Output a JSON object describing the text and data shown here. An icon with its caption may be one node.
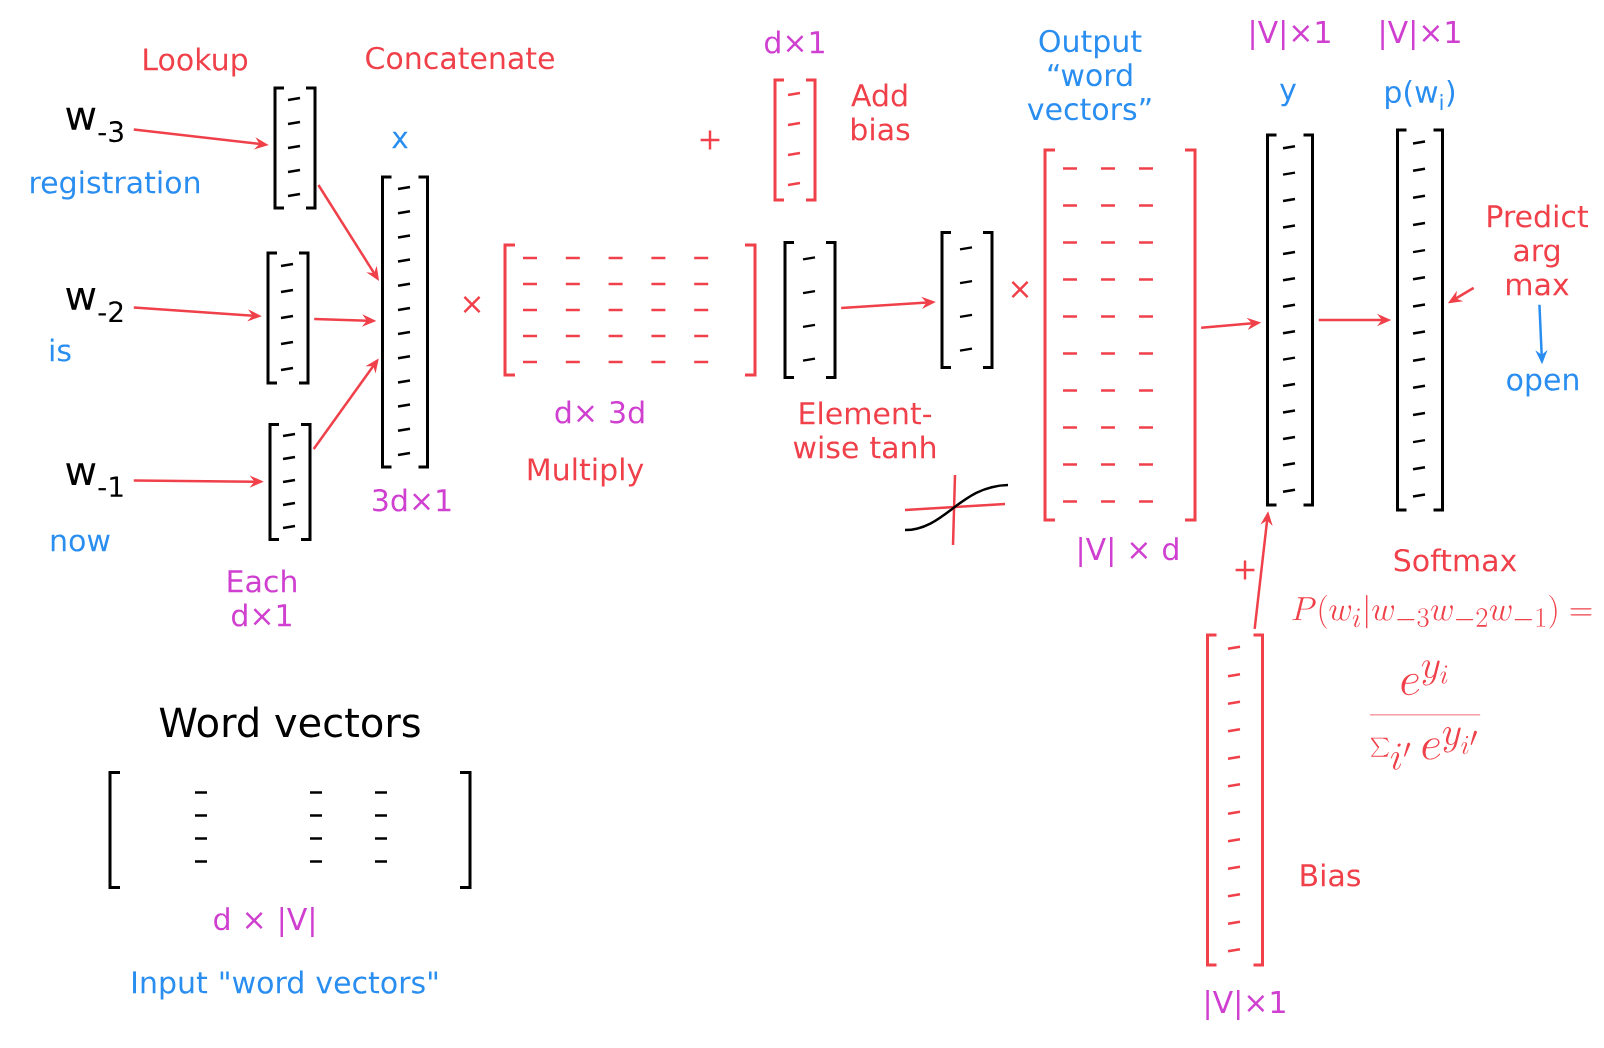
{
  "diagram": {
    "nodes": [
      {
        "text": [
          "w$_{-3}$"
        ],
        "beside": [
          "registration"
        ]
      },
      {
        "text": [
          "w$_{-2}$"
        ],
        "beside": [
          "is"
        ]
      },
      {
        "text": [
          "w$_{-1}$"
        ],
        "beside": [
          "now"
        ]
      },
      {
        "text": [],
        "shape": "bar"
      },
      {
        "text": [],
        "shape": "bar"
      },
      {
        "text": [],
        "shape": "bar"
      },
      {
        "text": [],
        "shape": "bar",
        "beside": [
          "x",
          "3d×1"
        ]
      },
      {
        "text": [],
        "shape": "box",
        "beside": [
          "d× 3d",
          "Multiply"
        ]
      },
      {
        "text": [],
        "shape": "bar"
      },
      {
        "text": [],
        "shape": "bar",
        "beside": [
          "d×1",
          "Add bias"
        ]
      },
      {
        "text": [],
        "shape": "bar"
      },
      {
        "text": [],
        "shape": "box",
        "beside": [
          "Output “word vectors”",
          "|V| × d"
        ]
      },
      {
        "text": [],
        "shape": "bar",
        "beside": [
          "|V|×1",
          "y"
        ]
      },
      {
        "text": [],
        "shape": "bar",
        "beside": [
          "|V|×1",
          "p(w$_{i}$)"
        ]
      },
      {
        "text": [],
        "shape": "bar",
        "beside": [
          "Bias",
          "|V|×1"
        ]
      },
      {
        "text": [
          "Predict arg max"
        ]
      },
      {
        "text": [
          "open"
        ]
      },
      {
        "text": [
          "Word vectors"
        ],
        "beside": [
          "d × |V|",
          "Input \"word vectors\""
        ]
      }
    ],
    "edges": [
      {
        "from": 0,
        "to": 3,
        "arrow": "to"
      },
      {
        "from": 1,
        "to": 4,
        "arrow": "to"
      },
      {
        "from": 2,
        "to": 5,
        "arrow": "to"
      },
      {
        "from": 3,
        "to": 6,
        "arrow": "to"
      },
      {
        "from": 4,
        "to": 6,
        "arrow": "to"
      },
      {
        "from": 5,
        "to": 6,
        "arrow": "to"
      },
      {
        "from": 8,
        "to": 10,
        "arrow": "to"
      },
      {
        "from": 11,
        "to": 12,
        "arrow": "to"
      },
      {
        "from": 12,
        "to": 13,
        "arrow": "to"
      },
      {
        "from": 14,
        "to": 12,
        "arrow": "to"
      },
      {
        "from": 15,
        "to": 13,
        "arrow": "to"
      },
      {
        "from": 15,
        "to": 16,
        "arrow": "to",
        "color": "#2a8ef0"
      }
    ],
    "labels": [
      "Lookup",
      "Concatenate",
      "Each d×1",
      "×",
      "+",
      "Element-wise tanh",
      "×",
      "+",
      "Softmax",
      "P(w_i|w_{-3}w_{-2}w_{-1}) =",
      "\\displaystyle\\frac{e^{y_i}}{\\sum_{i'} e^{y_{i'}}}"
    ]
  }
}
